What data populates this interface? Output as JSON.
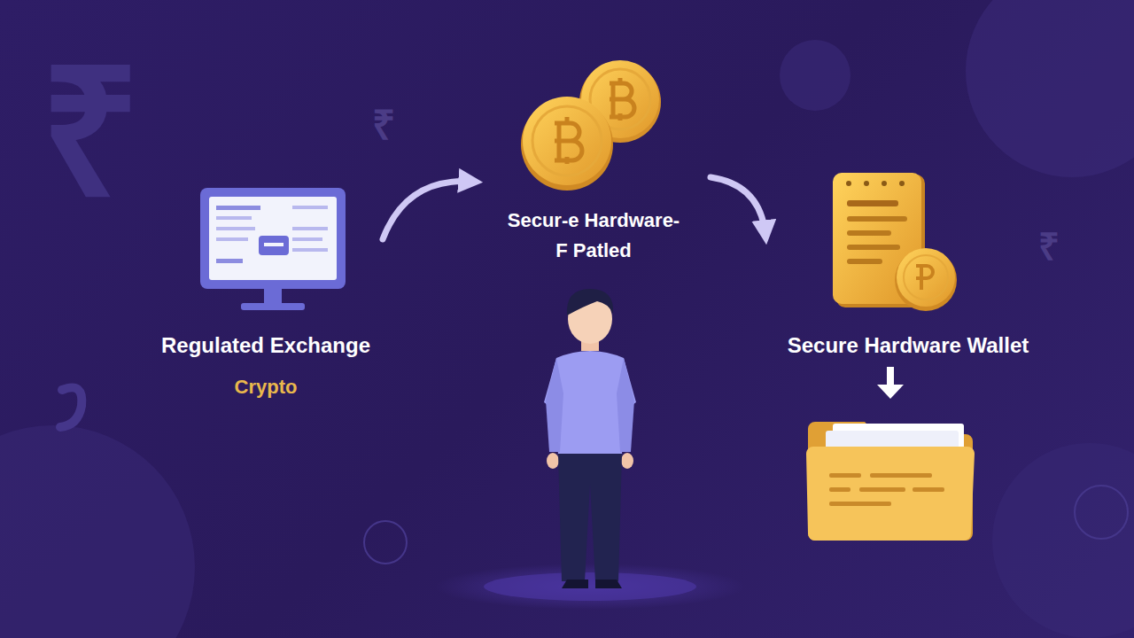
{
  "diagram": {
    "nodes": [
      {
        "text": [
          "Regulated Exchange",
          "Crypto"
        ]
      },
      {
        "text": [
          "Secur-e Hardware-",
          "F Patled"
        ]
      },
      {
        "text": [
          "Secure Hardware Wallet"
        ]
      }
    ],
    "edges": [
      {
        "from": 0,
        "to": 1,
        "arrow": "to"
      },
      {
        "from": 1,
        "to": 2,
        "arrow": "to"
      }
    ],
    "labels": [
      "₹",
      "₹",
      "₹"
    ]
  }
}
